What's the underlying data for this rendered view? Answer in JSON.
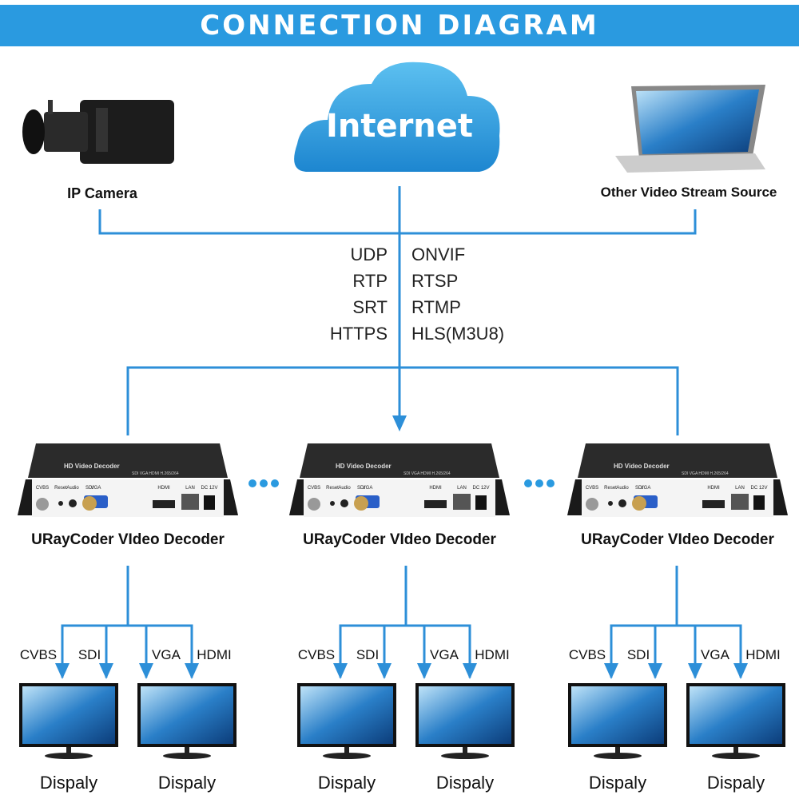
{
  "header": {
    "title": "CONNECTION DIAGRAM"
  },
  "colors": {
    "header": "#2a9ae0",
    "lines": "#2d8fd8",
    "cloud": "#3aa6e4"
  },
  "internet": {
    "label": "Internet"
  },
  "sources": [
    {
      "label": "IP Camera"
    },
    {
      "label": "Other Video Stream Source"
    }
  ],
  "protocols": {
    "left": [
      "UDP",
      "RTP",
      "SRT",
      "HTTPS"
    ],
    "right": [
      "ONVIF",
      "RTSP",
      "RTMP",
      "HLS(M3U8)"
    ]
  },
  "decoders": [
    {
      "label": "URayCoder VIdeo Decoder",
      "outputs": [
        "CVBS",
        "SDI",
        "VGA",
        "HDMI"
      ],
      "displays": [
        "Dispaly",
        "Dispaly"
      ]
    },
    {
      "label": "URayCoder VIdeo Decoder",
      "outputs": [
        "CVBS",
        "SDI",
        "VGA",
        "HDMI"
      ],
      "displays": [
        "Dispaly",
        "Dispaly"
      ]
    },
    {
      "label": "URayCoder VIdeo Decoder",
      "outputs": [
        "CVBS",
        "SDI",
        "VGA",
        "HDMI"
      ],
      "displays": [
        "Dispaly",
        "Dispaly"
      ]
    }
  ],
  "device_panel": {
    "title": "HD Video Decoder",
    "subtitle": "SDI VGA HDMI H.265/264",
    "ports": [
      "CVBS",
      "Reset",
      "Audio",
      "SDI",
      "VGA",
      "HDMI",
      "LAN",
      "DC 12V"
    ]
  }
}
